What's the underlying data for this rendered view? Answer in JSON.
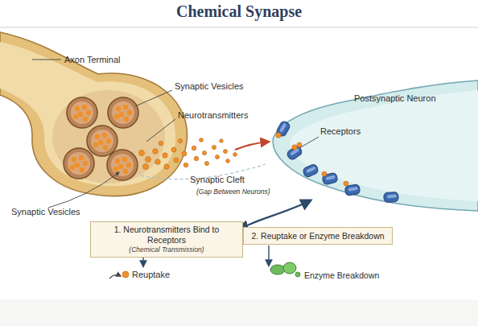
{
  "diagram": {
    "title": "Chemical Synapse",
    "nodes": [
      {
        "text": [
          "1. Neurotransmitters Bind to Receptors",
          "(Chemical Transmission)"
        ]
      },
      {
        "text": [
          "2. Reuptake or Enzyme Breakdown"
        ]
      }
    ],
    "labels": [
      "Axon Terminal",
      "Synaptic Vesicles",
      "Neurotransmitters",
      "Postsynaptic Neuron",
      "Receptors",
      "Synaptic Cleft",
      "(Gap Between Neurons)",
      "Synaptic Vesicles",
      "Reuptake",
      "Enzyme Breakdown"
    ]
  }
}
